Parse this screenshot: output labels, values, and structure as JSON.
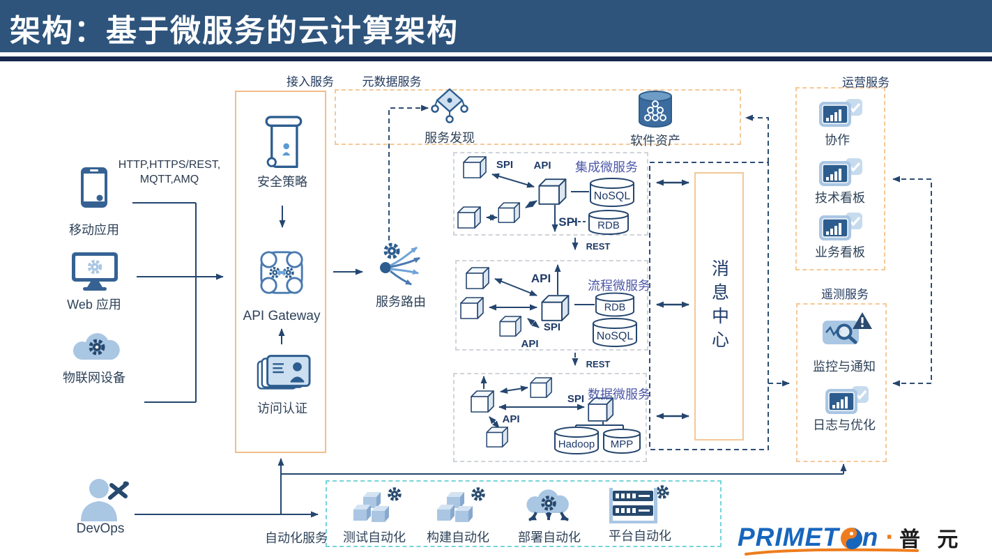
{
  "header": {
    "title": "架构：基于微服务的云计算架构"
  },
  "clients": {
    "protocols_line1": "HTTP,HTTPS/REST,",
    "protocols_line2": "MQTT,AMQ",
    "mobile_label": "移动应用",
    "web_label": "Web 应用",
    "iot_label": "物联网设备"
  },
  "access": {
    "title": "接入服务",
    "security_label": "安全策略",
    "gateway_label": "API Gateway",
    "auth_label": "访问认证"
  },
  "metadata": {
    "title": "元数据服务",
    "discovery_label": "服务发现",
    "assets_label": "软件资产"
  },
  "routing": {
    "label": "服务路由"
  },
  "integration": {
    "name": "集成微服务",
    "spi_top": "SPI",
    "api": "API",
    "spi_bottom": "SPI",
    "rest": "REST",
    "store_top": "NoSQL",
    "store_bottom": "RDB"
  },
  "process": {
    "name": "流程微服务",
    "api_top": "API",
    "spi": "SPI",
    "api_bottom": "API",
    "rest": "REST",
    "store_top": "RDB",
    "store_bottom": "NoSQL"
  },
  "datams": {
    "name": "数据微服务",
    "spi": "SPI",
    "api": "API",
    "store_left": "Hadoop",
    "store_right": "MPP"
  },
  "message_center": {
    "label": "消息中心"
  },
  "operations": {
    "title": "运营服务",
    "item1": "协作",
    "item2": "技术看板",
    "item3": "业务看板"
  },
  "telemetry": {
    "title": "遥测服务",
    "item1": "监控与通知",
    "item2": "日志与优化"
  },
  "devops": {
    "label": "DevOps"
  },
  "automation": {
    "title": "自动化服务",
    "item1": "测试自动化",
    "item2": "构建自动化",
    "item3": "部署自动化",
    "item4": "平台自动化"
  },
  "logo": {
    "brand_prefix": "PRIMET",
    "brand_suffix": "n",
    "dot": "·",
    "cn_name": "普 元"
  }
}
